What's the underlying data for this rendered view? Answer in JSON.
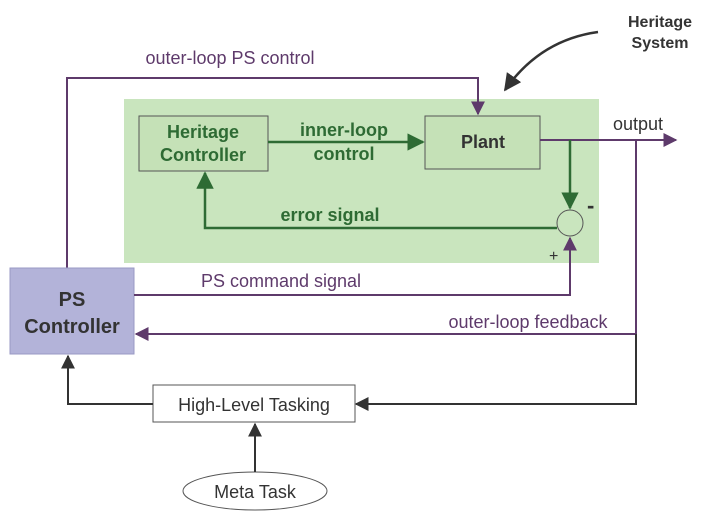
{
  "heritage_system": {
    "line1": "Heritage",
    "line2": "System"
  },
  "heritage_controller": {
    "line1": "Heritage",
    "line2": "Controller"
  },
  "inner_loop": {
    "line1": "inner-loop",
    "line2": "control"
  },
  "plant": {
    "label": "Plant"
  },
  "output": {
    "label": "output"
  },
  "error_signal": {
    "label": "error signal"
  },
  "summing": {
    "minus": "-",
    "plus": "+"
  },
  "outer_loop_control": {
    "label": "outer-loop PS control"
  },
  "ps_controller": {
    "line1": "PS",
    "line2": "Controller"
  },
  "ps_command": {
    "label": "PS command signal"
  },
  "outer_loop_feedback": {
    "label": "outer-loop feedback"
  },
  "high_level_tasking": {
    "label": "High-Level Tasking"
  },
  "meta_task": {
    "label": "Meta Task"
  },
  "colors": {
    "green_region": "#c9e5be",
    "green_box": "#c5e1b7",
    "green_text": "#2e6b34",
    "purple": "#5e3a6b",
    "ps_box": "#b3b3d9",
    "dark": "#333333"
  }
}
